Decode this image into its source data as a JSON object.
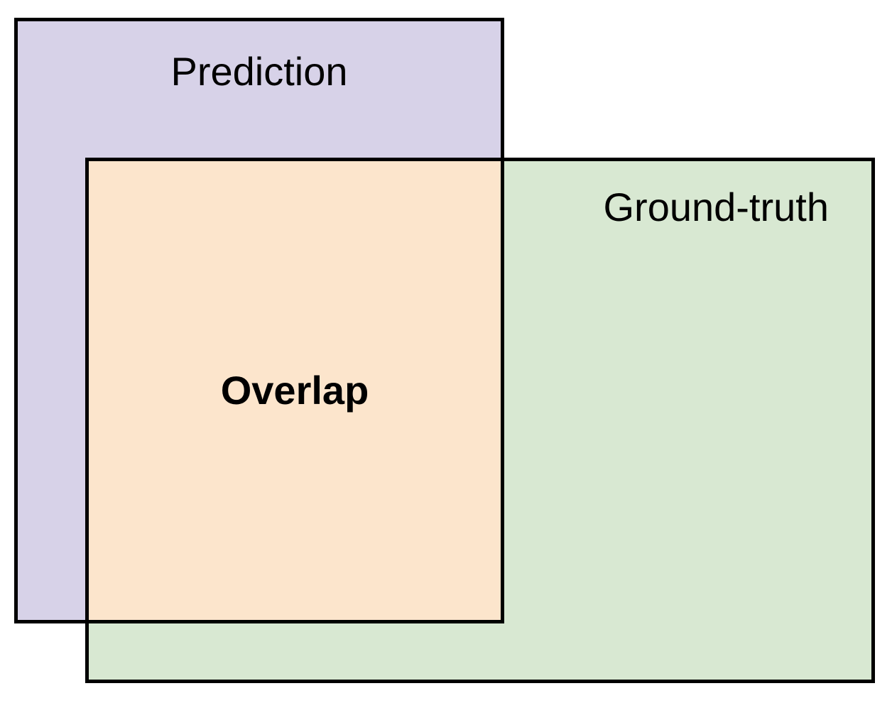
{
  "diagram": {
    "type": "iou-overlap-illustration",
    "background_color": "#ffffff",
    "border_color": "#000000",
    "boxes": {
      "prediction": {
        "label": "Prediction",
        "fill": "#d7d2e8"
      },
      "ground_truth": {
        "label": "Ground-truth",
        "fill": "#d8e8d2"
      },
      "overlap": {
        "label": "Overlap",
        "fill": "#fce5cc"
      }
    }
  }
}
